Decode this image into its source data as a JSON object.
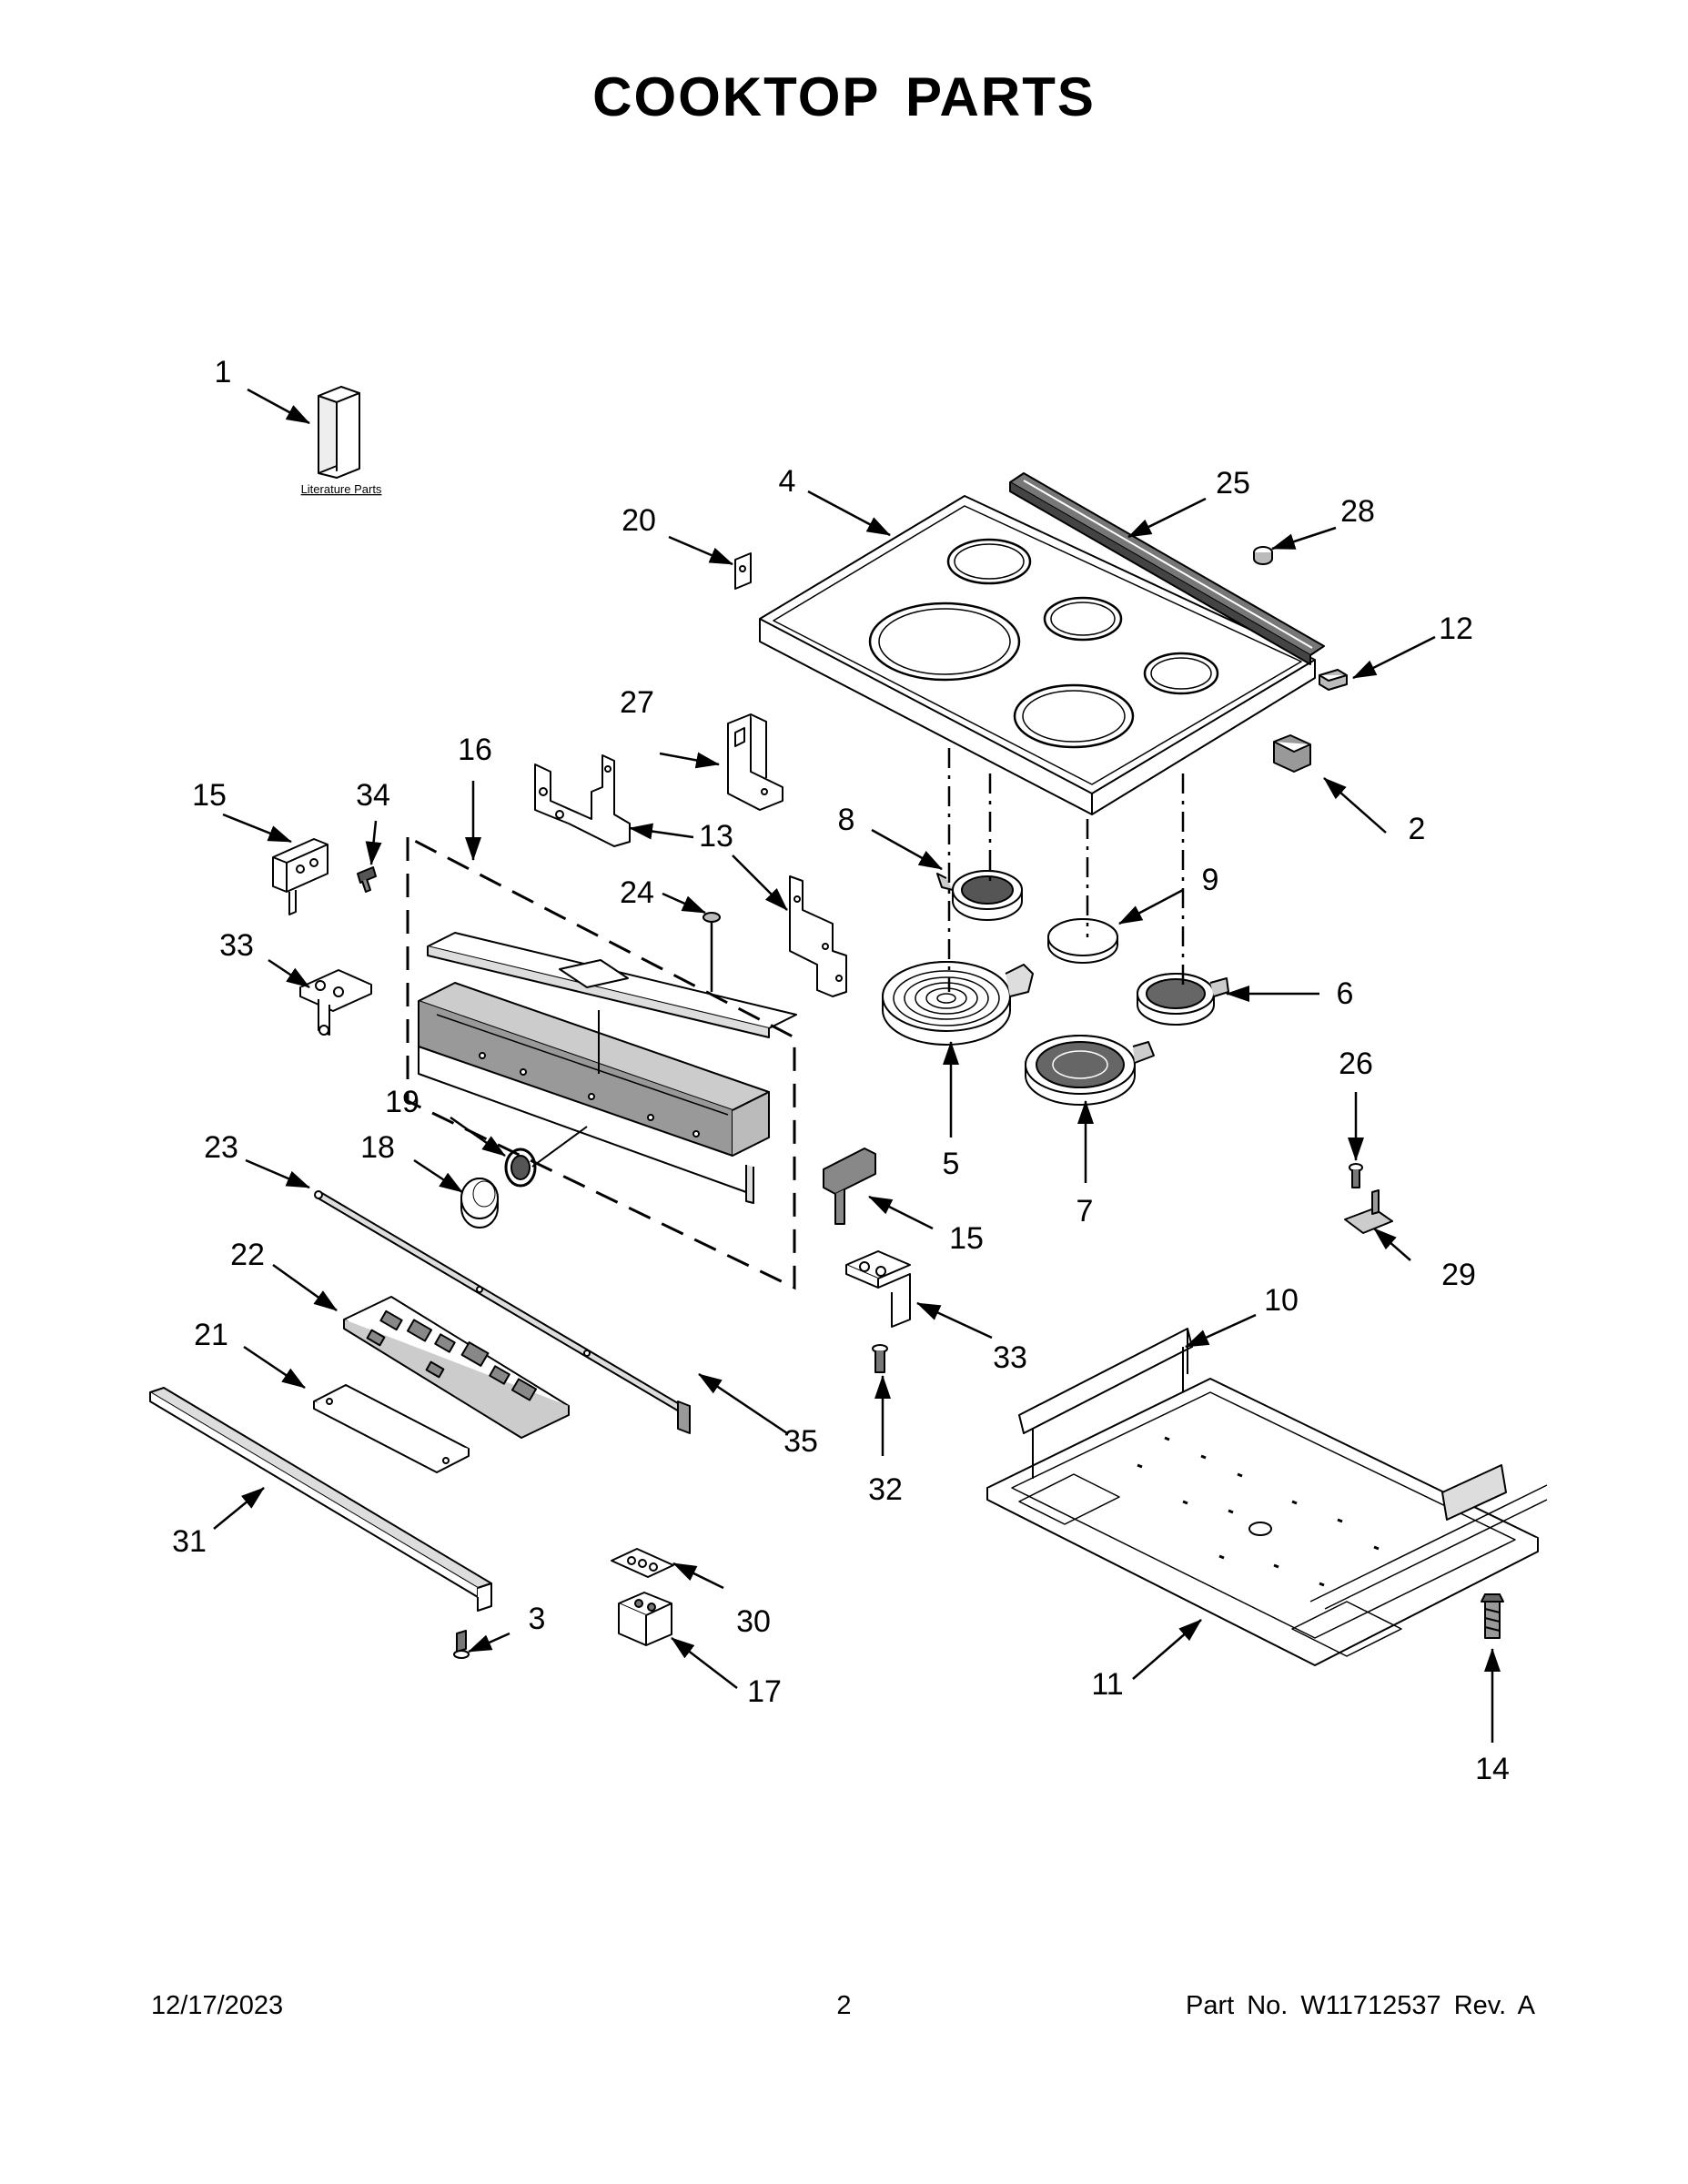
{
  "title": "COOKTOP PARTS",
  "literature_label": "Literature Parts",
  "callouts": [
    {
      "id": "c1",
      "label": "1"
    },
    {
      "id": "c2",
      "label": "2"
    },
    {
      "id": "c3",
      "label": "3"
    },
    {
      "id": "c4",
      "label": "4"
    },
    {
      "id": "c5",
      "label": "5"
    },
    {
      "id": "c6",
      "label": "6"
    },
    {
      "id": "c7",
      "label": "7"
    },
    {
      "id": "c8",
      "label": "8"
    },
    {
      "id": "c9",
      "label": "9"
    },
    {
      "id": "c10",
      "label": "10"
    },
    {
      "id": "c11",
      "label": "11"
    },
    {
      "id": "c12",
      "label": "12"
    },
    {
      "id": "c13",
      "label": "13"
    },
    {
      "id": "c14",
      "label": "14"
    },
    {
      "id": "c15a",
      "label": "15"
    },
    {
      "id": "c15b",
      "label": "15"
    },
    {
      "id": "c16",
      "label": "16"
    },
    {
      "id": "c17",
      "label": "17"
    },
    {
      "id": "c18",
      "label": "18"
    },
    {
      "id": "c19",
      "label": "19"
    },
    {
      "id": "c20",
      "label": "20"
    },
    {
      "id": "c21",
      "label": "21"
    },
    {
      "id": "c22",
      "label": "22"
    },
    {
      "id": "c23",
      "label": "23"
    },
    {
      "id": "c24",
      "label": "24"
    },
    {
      "id": "c25",
      "label": "25"
    },
    {
      "id": "c26",
      "label": "26"
    },
    {
      "id": "c27",
      "label": "27"
    },
    {
      "id": "c28",
      "label": "28"
    },
    {
      "id": "c29",
      "label": "29"
    },
    {
      "id": "c30",
      "label": "30"
    },
    {
      "id": "c31",
      "label": "31"
    },
    {
      "id": "c32",
      "label": "32"
    },
    {
      "id": "c33a",
      "label": "33"
    },
    {
      "id": "c33b",
      "label": "33"
    },
    {
      "id": "c34",
      "label": "34"
    },
    {
      "id": "c35",
      "label": "35"
    }
  ],
  "footer": {
    "date": "12/17/2023",
    "page": "2",
    "part": "Part No.  W11712537  Rev.  A"
  }
}
